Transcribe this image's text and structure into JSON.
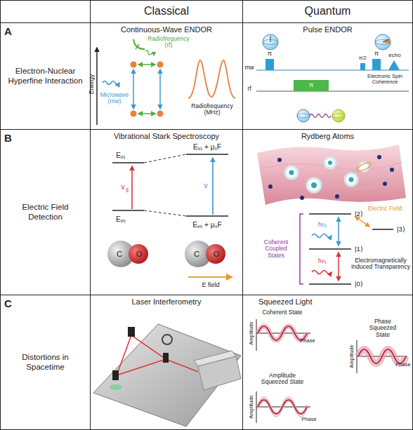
{
  "diagram": {
    "nodes": [
      {
        "text": [
          "Classical"
        ]
      },
      {
        "text": [
          "Quantum"
        ]
      },
      {
        "text": [
          "A",
          "Electron-Nuclear Hyperfine Interaction"
        ]
      },
      {
        "text": [
          "Continuous-Wave ENDOR"
        ]
      },
      {
        "text": [
          "Pulse ENDOR"
        ]
      },
      {
        "text": [
          "B",
          "Electric Field Detection"
        ]
      },
      {
        "text": [
          "Vibrational Stark Spectroscopy"
        ]
      },
      {
        "text": [
          "Rydberg Atoms"
        ]
      },
      {
        "text": [
          "C",
          "Distortions in Spacetime"
        ]
      },
      {
        "text": [
          "Laser Interferometry"
        ]
      },
      {
        "text": [
          "Squeezed Light"
        ]
      }
    ],
    "labels": [
      "Energy",
      "Radiofrequency (rf)",
      "Microwave (mw)",
      "Radiofrequency (MHz)",
      "π",
      "π/2",
      "π",
      "echo",
      "mw",
      "Electronic Spin Coherence",
      "rf",
      "π",
      "Eᵥ₁",
      "Eᵥ₀",
      "v",
      "g",
      "Eᵥ₁ + μ₁F",
      "Eᵥ₀ + μ₀F",
      "v",
      "C",
      "O",
      "C",
      "O",
      "E field",
      "|2⟩",
      "|3⟩",
      "|1⟩",
      "|0⟩",
      "Electric Field",
      "hν₂",
      "hν₁",
      "Coherent Coupled States",
      "Electromagnetically Induced Transparency",
      "Coherent State",
      "Amplitude",
      "Phase",
      "Phase Squeezed State",
      "Amplitude",
      "Phase",
      "Amplitude Squeezed State",
      "Amplitude",
      "Phase"
    ]
  }
}
